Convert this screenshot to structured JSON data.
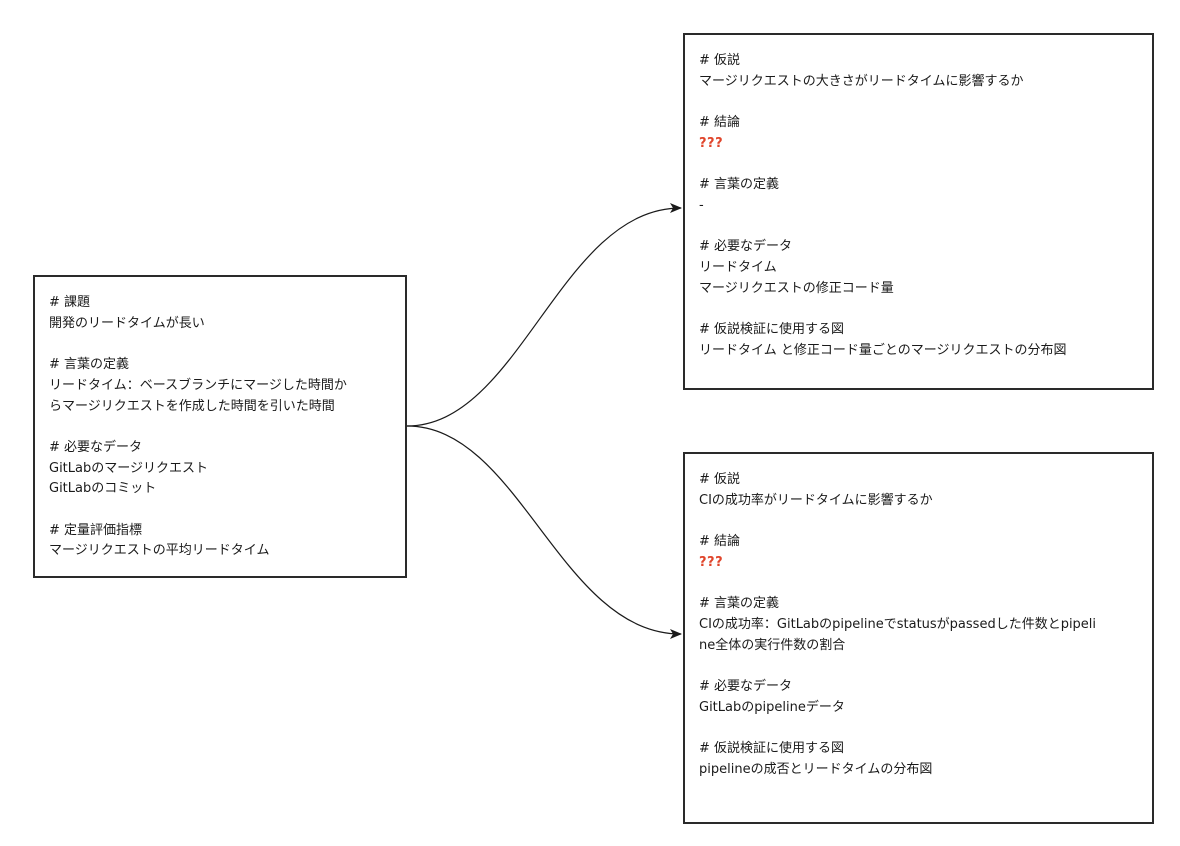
{
  "diagram": {
    "type": "flow",
    "colors": {
      "border": "#2a2a2a",
      "text": "#1a1a1a",
      "accent_unknown": "#e0452b",
      "edge": "#1a1a1a"
    },
    "nodes": {
      "problem": {
        "sections": [
          {
            "heading": "# 課題",
            "lines": [
              "開発のリードタイムが長い"
            ]
          },
          {
            "heading": "# 言葉の定義",
            "lines": [
              "リードタイム：ベースブランチにマージした時間か",
              "らマージリクエストを作成した時間を引いた時間"
            ]
          },
          {
            "heading": "# 必要なデータ",
            "lines": [
              "GitLabのマージリクエスト",
              "GitLabのコミット"
            ]
          },
          {
            "heading": "# 定量評価指標",
            "lines": [
              "マージリクエストの平均リードタイム"
            ]
          }
        ]
      },
      "hypothesis_1": {
        "sections": [
          {
            "heading": "# 仮説",
            "lines": [
              "マージリクエストの大きさがリードタイムに影響するか"
            ]
          },
          {
            "heading": "# 結論",
            "lines": [
              "???"
            ]
          },
          {
            "heading": "# 言葉の定義",
            "lines": [
              "-"
            ]
          },
          {
            "heading": "# 必要なデータ",
            "lines": [
              "リードタイム",
              "マージリクエストの修正コード量"
            ]
          },
          {
            "heading": "# 仮説検証に使用する図",
            "lines": [
              "リードタイム と修正コード量ごとのマージリクエストの分布図"
            ]
          }
        ]
      },
      "hypothesis_2": {
        "sections": [
          {
            "heading": "# 仮説",
            "lines": [
              "CIの成功率がリードタイムに影響するか"
            ]
          },
          {
            "heading": "# 結論",
            "lines": [
              "???"
            ]
          },
          {
            "heading": "# 言葉の定義",
            "lines": [
              "CIの成功率：GitLabのpipelineでstatusがpassedした件数とpipeli",
              "ne全体の実行件数の割合"
            ]
          },
          {
            "heading": "# 必要なデータ",
            "lines": [
              "GitLabのpipelineデータ"
            ]
          },
          {
            "heading": "# 仮説検証に使用する図",
            "lines": [
              "pipelineの成否とリードタイムの分布図"
            ]
          }
        ]
      }
    },
    "edges": [
      {
        "from": "problem",
        "to": "hypothesis_1"
      },
      {
        "from": "problem",
        "to": "hypothesis_2"
      }
    ]
  }
}
